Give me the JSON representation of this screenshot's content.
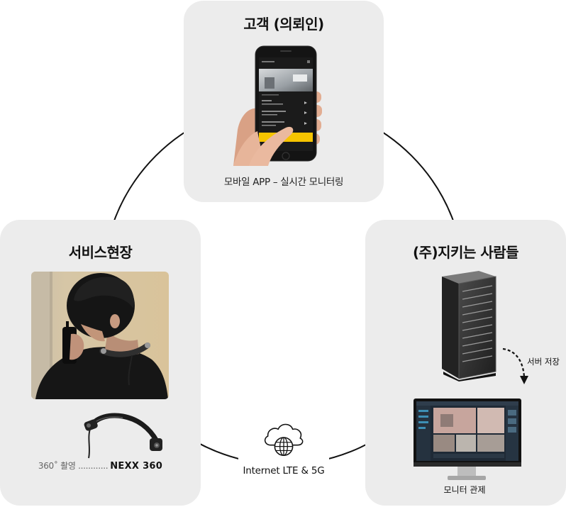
{
  "client": {
    "title": "고객 (의뢰인)",
    "caption": "모바일 APP – 실시간 모니터링",
    "icon": "mobile-phone-in-hand-icon"
  },
  "field": {
    "title": "서비스현장",
    "photo": "field-worker-photo",
    "device_caption": "360˚ 촬영 ............",
    "device_name": "NEXX 360",
    "device_icon": "neckband-camera-icon"
  },
  "company": {
    "title": "(주)지키는 사람들",
    "server_label": "서버 저장",
    "server_icon": "server-rack-icon",
    "monitor_label": "모니터 관제",
    "monitor_icon": "monitor-icon"
  },
  "network": {
    "label": "Internet LTE & 5G",
    "icon": "cloud-globe-icon"
  },
  "colors": {
    "panel": "#ececec",
    "ring": "#111111",
    "app_accent": "#f6c400"
  }
}
